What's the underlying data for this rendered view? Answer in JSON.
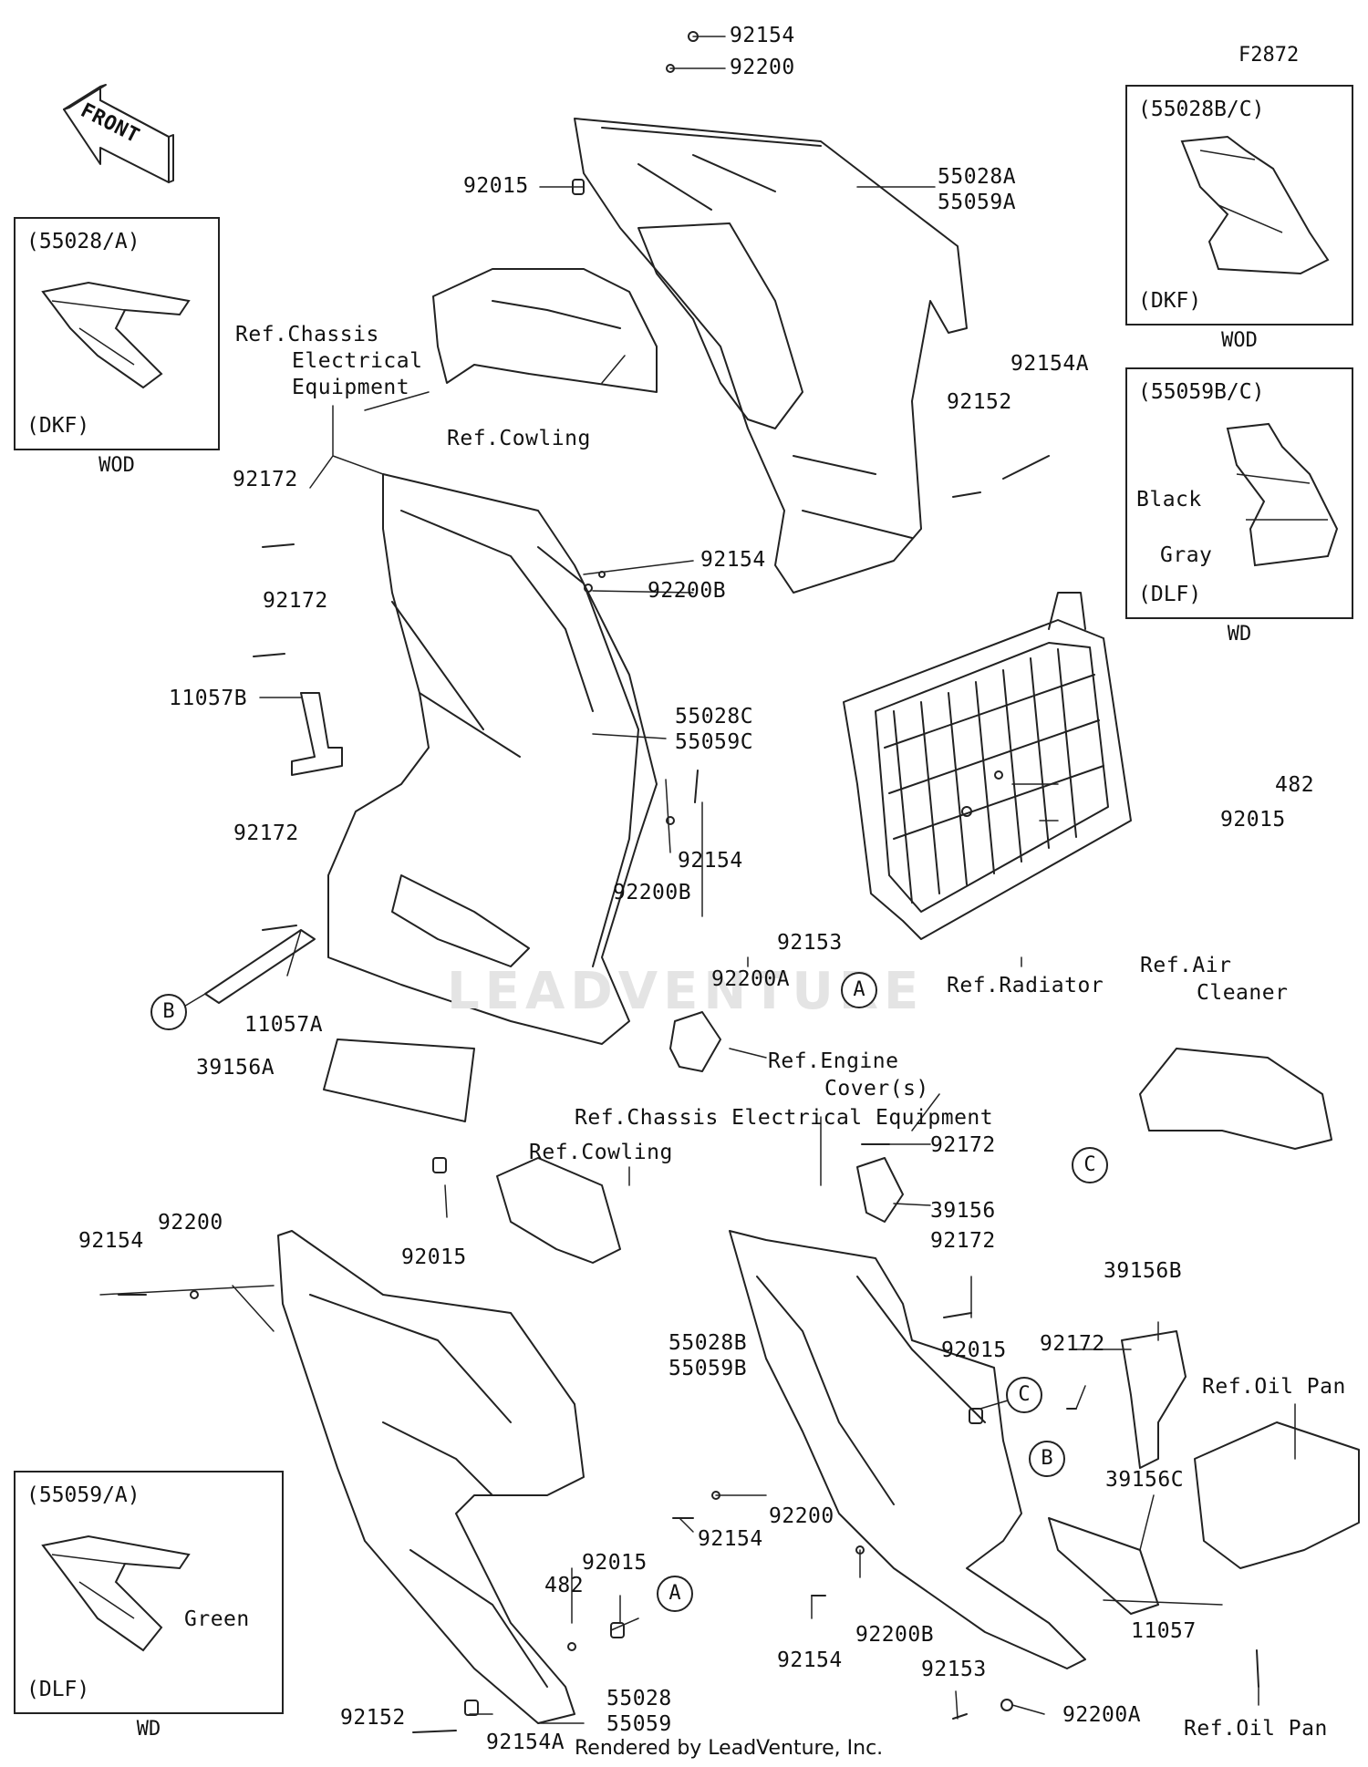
{
  "diagram_code": "F2872",
  "footer": "Rendered by LeadVenture, Inc.",
  "watermark": "LEADVENTURE",
  "front_label": "FRONT",
  "insets": [
    {
      "title": "(55028/A)",
      "variant": "(DKF)",
      "caption": "WOD"
    },
    {
      "title": "(55028B/C)",
      "variant": "(DKF)",
      "caption": "WOD"
    },
    {
      "title": "(55059B/C)",
      "variant": "(DLF)",
      "caption": "WD",
      "notes": [
        "Black",
        "Gray"
      ]
    },
    {
      "title": "(55059/A)",
      "variant": "(DLF)",
      "caption": "WD",
      "notes": [
        "Green"
      ]
    }
  ],
  "callouts": [
    "A",
    "B",
    "C"
  ],
  "labels": {
    "p92154_top": "92154",
    "p92200_top": "92200",
    "p92015_top": "92015",
    "p55028A": "55028A",
    "p55059A": "55059A",
    "ref_chassis_1": "Ref.Chassis",
    "ref_chassis_2": "Electrical",
    "ref_chassis_3": "Equipment",
    "ref_cowling_top": "Ref.Cowling",
    "p92154A_right": "92154A",
    "p92152_right": "92152",
    "p92172_a": "92172",
    "p92172_b": "92172",
    "p92154_mid": "92154",
    "p92200B_mid": "92200B",
    "p11057B": "11057B",
    "p55028C": "55028C",
    "p55059C": "55059C",
    "p482_right": "482",
    "p92015_right": "92015",
    "p92172_c": "92172",
    "p92154_c": "92154",
    "p92200B_c": "92200B",
    "p92153_c": "92153",
    "p92200A_c": "92200A",
    "p11057A": "11057A",
    "ref_radiator": "Ref.Radiator",
    "p39156A": "39156A",
    "ref_engine_1": "Ref.Engine",
    "ref_engine_2": "Cover(s)",
    "ref_air_1": "Ref.Air",
    "ref_air_2": "Cleaner",
    "ref_chassis_full": "Ref.Chassis Electrical Equipment",
    "ref_cowling_mid": "Ref.Cowling",
    "p92172_d": "92172",
    "p39156": "39156",
    "p92172_e": "92172",
    "p92154_left": "92154",
    "p92200_left": "92200",
    "p92015_mid": "92015",
    "p55028B": "55028B",
    "p55059B": "55059B",
    "p92015_low": "92015",
    "p92172_f": "92172",
    "p39156B": "39156B",
    "ref_oil_pan_top": "Ref.Oil Pan",
    "p39156C": "39156C",
    "p92200_low": "92200",
    "p92154_low": "92154",
    "p92015_bottom": "92015",
    "p482_bottom": "482",
    "p92154_b2": "92154",
    "p92200B_b2": "92200B",
    "p92153_b2": "92153",
    "p11057": "11057",
    "p92200A_b2": "92200A",
    "ref_oil_pan_bottom": "Ref.Oil Pan",
    "p92152_bottom": "92152",
    "p92154A_bottom": "92154A",
    "p55028": "55028",
    "p55059": "55059"
  }
}
